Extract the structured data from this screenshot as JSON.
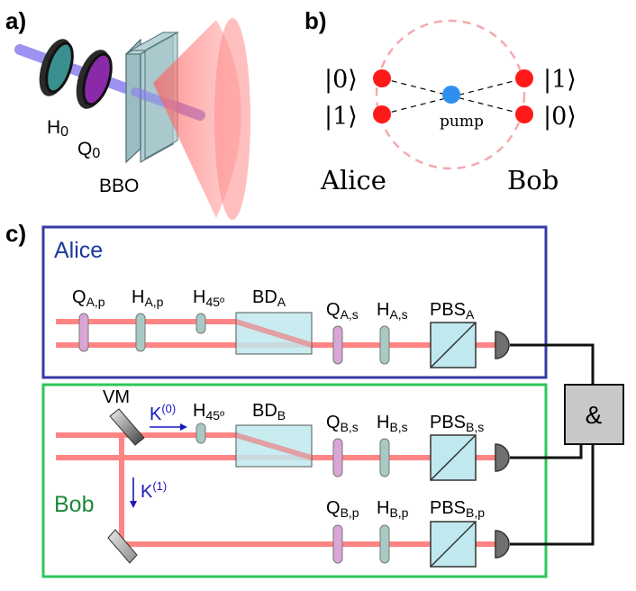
{
  "panels": {
    "a": {
      "label": "a)",
      "h0": {
        "main": "H",
        "sub": "0"
      },
      "q0": {
        "main": "Q",
        "sub": "0"
      },
      "crystal": "BBO"
    },
    "b": {
      "label": "b)",
      "ket_left_0": "|0⟩",
      "ket_left_1": "|1⟩",
      "ket_right_1": "|1⟩",
      "ket_right_0": "|0⟩",
      "pump": "pump",
      "alice": "Alice",
      "bob": "Bob"
    },
    "c": {
      "label": "c)",
      "alice_title": "Alice",
      "bob_title": "Bob",
      "coincidence": "&",
      "elements": {
        "q_ap": {
          "main": "Q",
          "sub": "A,p"
        },
        "h_ap": {
          "main": "H",
          "sub": "A,p"
        },
        "h45_a": {
          "main": "H",
          "sub": "45º"
        },
        "bd_a": {
          "main": "BD",
          "sub": "A"
        },
        "q_as": {
          "main": "Q",
          "sub": "A,s"
        },
        "h_as": {
          "main": "H",
          "sub": "A,s"
        },
        "pbs_a": {
          "main": "PBS",
          "sub": "A"
        },
        "vm": "VM",
        "k0": {
          "main": "K",
          "sup": "(0)"
        },
        "k1": {
          "main": "K",
          "sup": "(1)"
        },
        "h45_b": {
          "main": "H",
          "sub": "45º"
        },
        "bd_b": {
          "main": "BD",
          "sub": "B"
        },
        "q_bs": {
          "main": "Q",
          "sub": "B,s"
        },
        "h_bs": {
          "main": "H",
          "sub": "B,s"
        },
        "pbs_bs": {
          "main": "PBS",
          "sub": "B,s"
        },
        "q_bp": {
          "main": "Q",
          "sub": "B,p"
        },
        "h_bp": {
          "main": "H",
          "sub": "B,p"
        },
        "pbs_bp": {
          "main": "PBS",
          "sub": "B,p"
        }
      }
    }
  },
  "colors": {
    "alice_border": "#3a3aa8",
    "bob_border": "#2ec65a",
    "alice_text": "#1a3a9a",
    "bob_text": "#1f8a3c",
    "beam": "#ff6b6b",
    "quarter_plate": "#d9a6d6",
    "half_plate": "#a8c9c4",
    "optic_fill": "#bfe9ef",
    "k_arrow": "#1818c0",
    "photon": "#ff2020",
    "pump": "#2f8ff0",
    "detector": "#707070"
  }
}
